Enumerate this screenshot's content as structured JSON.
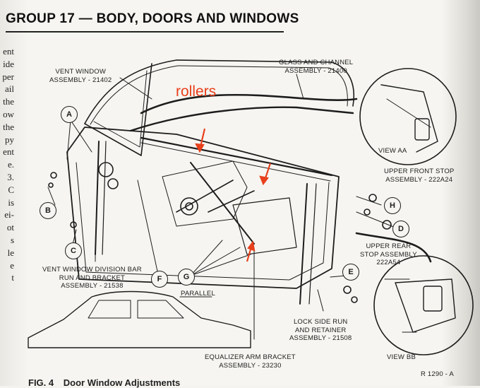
{
  "header": {
    "title": "GROUP  17 — BODY, DOORS AND WINDOWS"
  },
  "margin_text": [
    "ent",
    "ide",
    "per",
    "ail",
    "the",
    "ow",
    "the",
    "py",
    "ent",
    "e.",
    "3.",
    "C",
    "is",
    "ei-",
    "ot",
    "s",
    "le",
    "e",
    "t"
  ],
  "annotation": {
    "rollers": "rollers",
    "color": "#e8401c"
  },
  "labels": {
    "vent_window": [
      "VENT WINDOW",
      "ASSEMBLY - 21402"
    ],
    "glass_channel": [
      "GLASS AND CHANNEL",
      "ASSEMBLY - 21400"
    ],
    "view_aa": "VIEW AA",
    "upper_front_stop": [
      "UPPER FRONT STOP",
      "ASSEMBLY - 222A24"
    ],
    "upper_rear_stop": [
      "UPPER REAR",
      "STOP ASSEMBLY",
      "222A54"
    ],
    "vent_division_bar": [
      "VENT WINDOW DIVISION BAR",
      "RUN AND BRACKET",
      "ASSEMBLY - 21538"
    ],
    "parallel": "PARALLEL",
    "lock_side_run": [
      "LOCK SIDE RUN",
      "AND RETAINER",
      "ASSEMBLY - 21508"
    ],
    "equalizer_arm": [
      "EQUALIZER ARM BRACKET",
      "ASSEMBLY - 23230"
    ],
    "view_bb": "VIEW BB",
    "ref_number": "R 1290 - A"
  },
  "callouts": [
    "A",
    "B",
    "C",
    "F",
    "G",
    "H",
    "D",
    "E"
  ],
  "figure_caption": {
    "number": "FIG. 4",
    "text": "Door Window Adjustments"
  },
  "colors": {
    "ink": "#1d1d1d",
    "paper": "#f6f5f1",
    "accent": "#e8401c"
  }
}
